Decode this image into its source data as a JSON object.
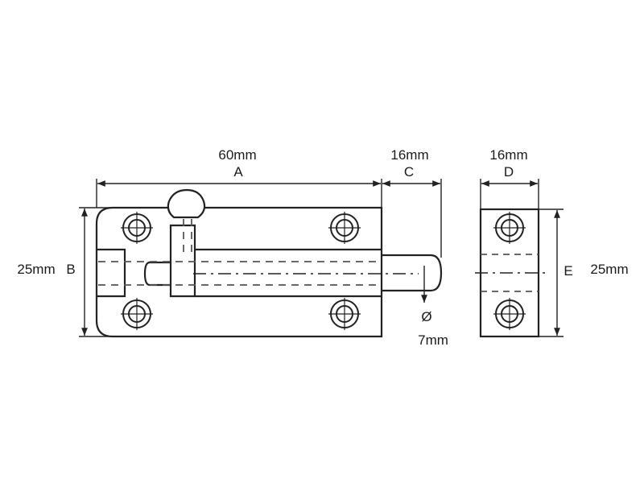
{
  "dimensions": {
    "a_value": "60mm",
    "a_letter": "A",
    "c_value": "16mm",
    "c_letter": "C",
    "d_value": "16mm",
    "d_letter": "D",
    "b_value": "25mm",
    "b_letter": "B",
    "e_value": "25mm",
    "e_letter": "E",
    "diameter_symbol": "Ø",
    "diameter_value": "7mm"
  }
}
